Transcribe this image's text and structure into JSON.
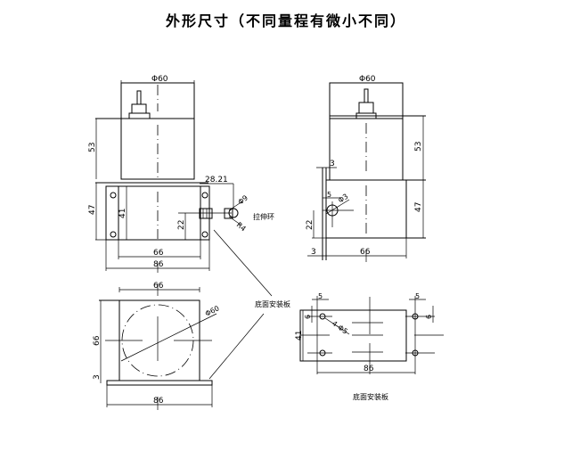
{
  "title": "外形尺寸（不同量程有微小不同）",
  "views": {
    "front": {
      "diameter_top": "Φ60",
      "height_upper": "53",
      "height_lower": "47",
      "inner_height": "41",
      "center_height": "22",
      "inner_width": "66",
      "base_width": "86",
      "ring_offset": "28.21",
      "ring_hole": "Φ9",
      "ring_radius": "R4",
      "ring_label": "拉伸环"
    },
    "side": {
      "diameter_top": "Φ60",
      "height_upper": "53",
      "height_lower": "47",
      "plate_thickness_top": "3",
      "plate_thickness_bottom": "3",
      "hole_offset": "5",
      "hole_diameter": "Φ3",
      "hole_height": "22",
      "width": "66"
    },
    "bottom": {
      "width_top": "66",
      "height": "66",
      "plate_thickness": "3",
      "base_width": "86",
      "circle_diameter": "Φ60",
      "label": "底面安装板"
    },
    "plate": {
      "offset_left": "5",
      "offset_right": "5",
      "edge_left": "6",
      "edge_right": "6",
      "height": "41",
      "hole_spec": "4-Φ5",
      "width": "86",
      "caption": "底面安装板"
    }
  }
}
